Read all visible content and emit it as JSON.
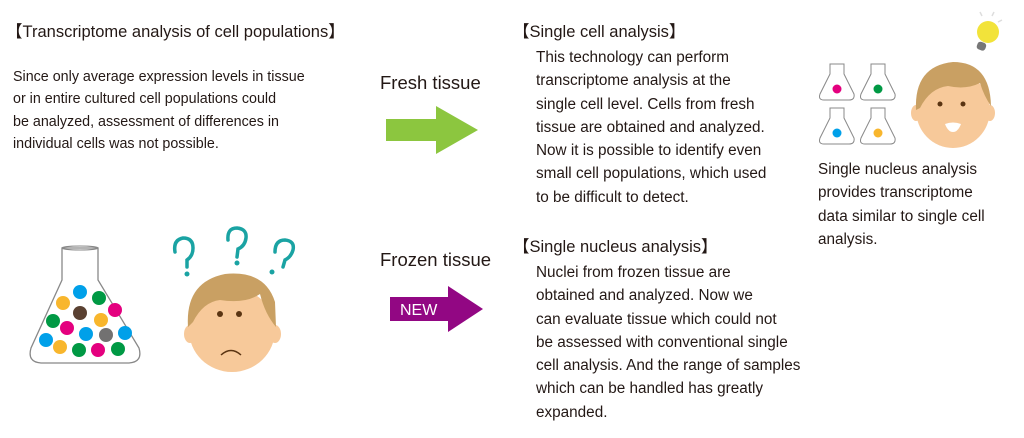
{
  "left": {
    "title": "【Transcriptome analysis of cell populations】",
    "lines": [
      "Since only average expression levels in tissue",
      "or in entire cultured cell populations could",
      "be analyzed, assessment of differences in",
      "individual cells was not possible."
    ]
  },
  "middle": {
    "fresh_label": "Fresh tissue",
    "frozen_label": "Frozen tissue",
    "new_badge": "NEW",
    "colors": {
      "fresh_arrow": "#8cc63f",
      "frozen_arrow": "#920783"
    }
  },
  "single_cell": {
    "title": "【Single cell analysis】",
    "lines": [
      "This technology can perform",
      "transcriptome analysis at the",
      "single cell level. Cells from fresh",
      "tissue are obtained and analyzed.",
      "Now it is possible to identify even",
      "small cell populations, which used",
      "to be difficult to detect."
    ]
  },
  "single_nucleus": {
    "title": "【Single nucleus analysis】",
    "lines": [
      "Nuclei from frozen tissue are",
      "obtained and analyzed. Now we",
      "can evaluate tissue which could not",
      "be assessed with conventional single",
      "cell analysis. And the range of samples",
      "which can be handled has greatly",
      "expanded."
    ]
  },
  "note": {
    "lines": [
      "Single nucleus analysis",
      "provides transcriptome",
      "data similar to single cell",
      "analysis."
    ]
  }
}
